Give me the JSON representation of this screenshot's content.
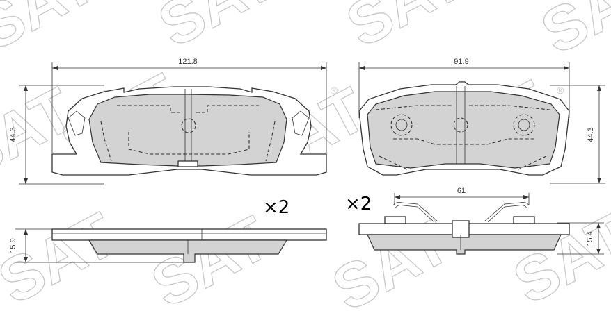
{
  "watermark": {
    "text": "SAT",
    "mark": "®"
  },
  "front_pad": {
    "width_label": "121.8",
    "height_label": "44.3",
    "thickness_label": "15.9",
    "quantity_label": "×2"
  },
  "rear_pad": {
    "width_label": "91.9",
    "height_label": "44.3",
    "thickness_label": "15.4",
    "clip_label": "61",
    "quantity_label": "×2"
  },
  "colors": {
    "friction": "#d3d3d3",
    "line": "#333333",
    "watermark": "#c8c8c8"
  }
}
